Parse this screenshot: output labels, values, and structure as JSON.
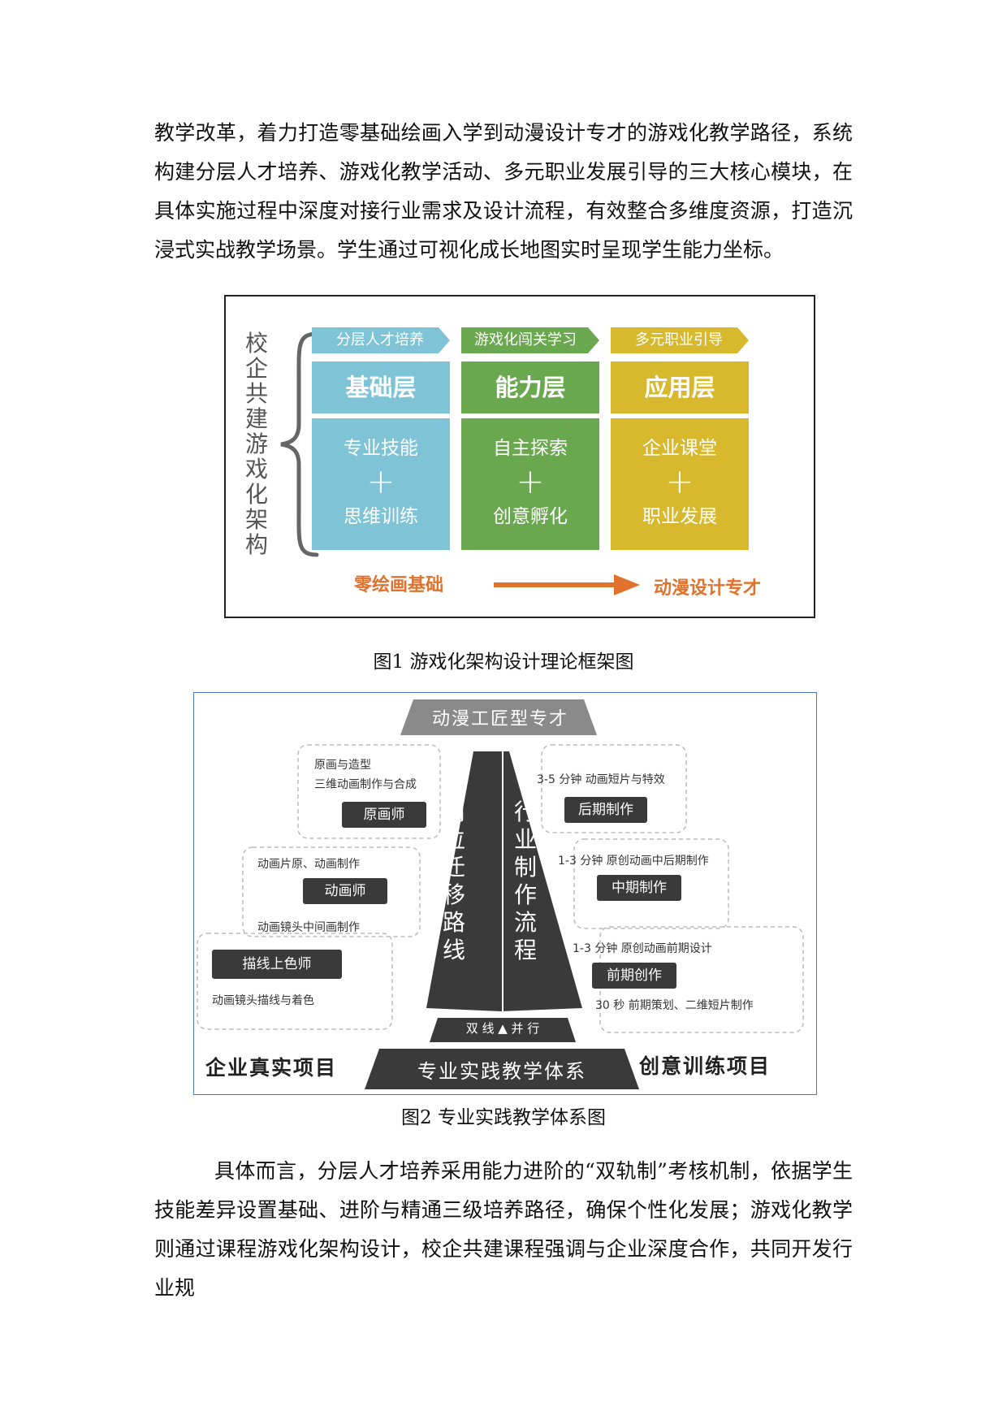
{
  "paragraph1": "教学改革，着力打造零基础绘画入学到动漫设计专才的游戏化教学路径，系统构建分层人才培养、游戏化教学活动、多元职业发展引导的三大核心模块，在具体实施过程中深度对接行业需求及设计流程，有效整合多维度资源，打造沉浸式实战教学场景。学生通过可视化成长地图实时呈现学生能力坐标。",
  "figure1": {
    "side_title": [
      "校",
      "企",
      "共",
      "建",
      "游",
      "戏",
      "化",
      "架",
      "构"
    ],
    "columns": [
      {
        "tab": "分层人才培养",
        "layer": "基础层",
        "line1": "专业技能",
        "plus": "+",
        "line2": "思维训练",
        "color": "#7ec4d6"
      },
      {
        "tab": "游戏化闯关学习",
        "layer": "能力层",
        "line1": "自主探索",
        "plus": "+",
        "line2": "创意孵化",
        "color": "#6aa84f"
      },
      {
        "tab": "多元职业引导",
        "layer": "应用层",
        "line1": "企业课堂",
        "plus": "+",
        "line2": "职业发展",
        "color": "#d8b92e"
      }
    ],
    "start_label": "零绘画基础",
    "end_label": "动漫设计专才",
    "arrow_color": "#e0722c",
    "caption": "图1  游戏化架构设计理论框架图"
  },
  "figure2": {
    "top_title": "动漫工匠型专才",
    "left_path": [
      "岗",
      "位",
      "迁",
      "移",
      "路",
      "线"
    ],
    "right_path": [
      "行",
      "业",
      "制",
      "作",
      "流",
      "程"
    ],
    "left_groups": [
      {
        "line1": "原画与造型",
        "line2": "三维动画制作与合成",
        "role": "原画师"
      },
      {
        "line1": "动画片原、动画制作",
        "role": "动画师",
        "line2": "动画镜头中间画制作"
      },
      {
        "role": "描线上色师",
        "line2": "动画镜头描线与着色"
      }
    ],
    "right_groups": [
      {
        "line1": "3-5 分钟 动画短片与特效",
        "role": "后期制作"
      },
      {
        "line1": "1-3 分钟  原创动画中后期制作",
        "role": "中期制作"
      },
      {
        "line1": "1-3 分钟  原创动画前期设计",
        "role": "前期创作",
        "line2": "30 秒  前期策划、二维短片制作"
      }
    ],
    "parallel_label": "双 线 ▲ 并 行",
    "base_label": "专业实践教学体系",
    "bottom_left": "企业真实项目",
    "bottom_right": "创意训练项目",
    "caption": "图2  专业实践教学体系图"
  },
  "paragraph2": "具体而言，分层人才培养采用能力进阶的“双轨制”考核机制，依据学生技能差异设置基础、进阶与精通三级培养路径，确保个性化发展；游戏化教学则通过课程游戏化架构设计，校企共建课程强调与企业深度合作，共同开发行业规"
}
